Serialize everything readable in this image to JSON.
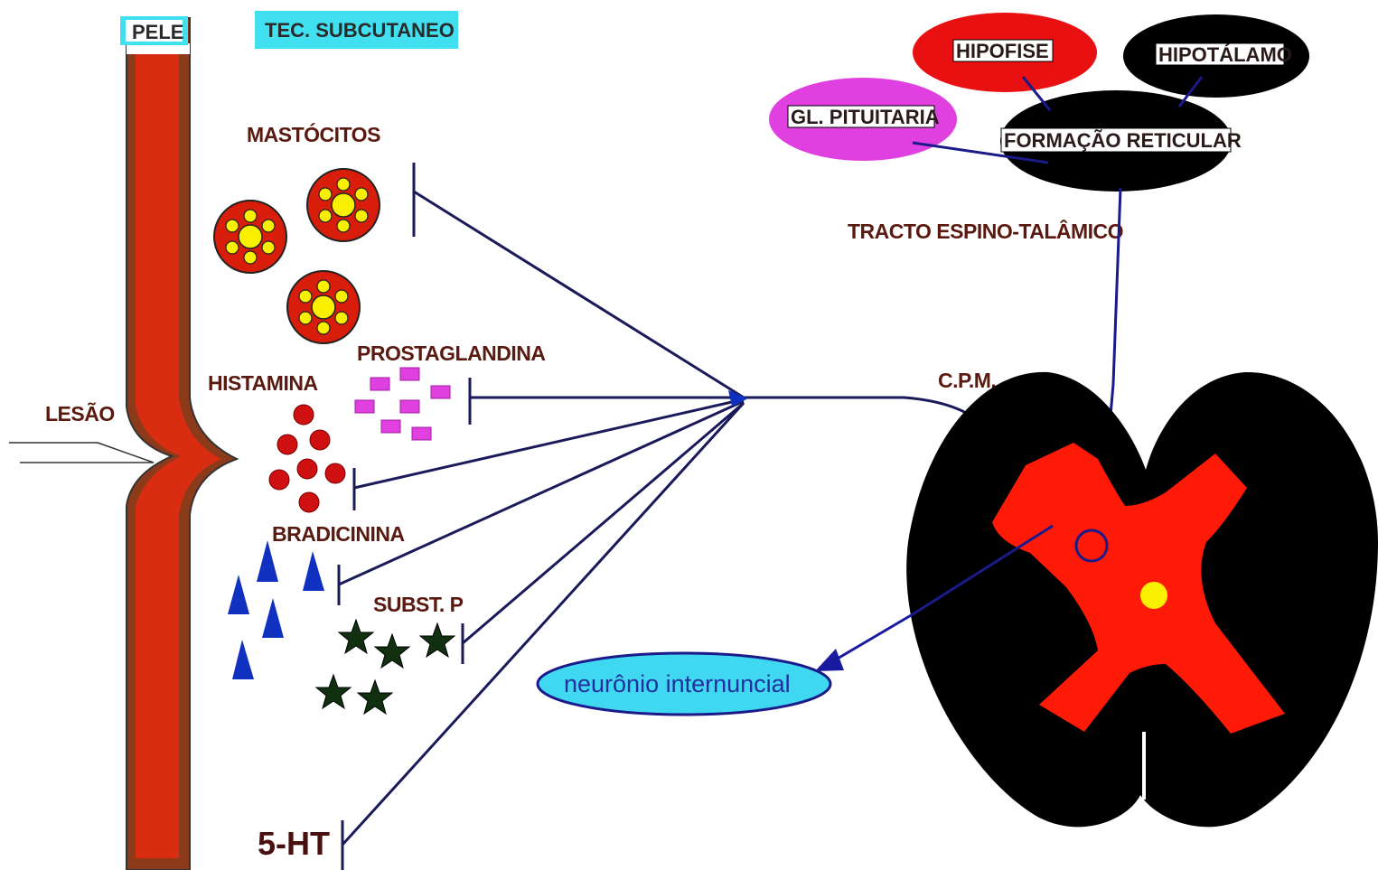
{
  "labels": {
    "pele": "PELE",
    "tec_subcutaneo": "TEC. SUBCUTANEO",
    "mastocitos": "MASTÓCITOS",
    "prostaglandina": "PROSTAGLANDINA",
    "histamina": "HISTAMINA",
    "lesao": "LESÃO",
    "bradicinina": "BRADICININA",
    "subst_p": "SUBST. P",
    "five_ht": "5-HT",
    "cpm": "C.P.M.",
    "tracto": "TRACTO ESPINO-TALÂMICO",
    "neuronio": "neurônio internuncial"
  },
  "brain_nodes": {
    "hipofise": "HIPOFISE",
    "hipotalamo": "HIPOTÁLAMO",
    "pituitaria": "GL. PITUITARIA",
    "formacao": "FORMAÇÃO RETICULAR"
  },
  "colors": {
    "skin_outer": "#8b3a1a",
    "skin_inner": "#e52b10",
    "line": "#1a1a5a",
    "red_node": "#e81010",
    "black_node": "#000000",
    "magenta_node": "#e040e0",
    "cyan_label": "#40e0f0",
    "mast_outer": "#d81e0a",
    "granule": "#f8f000",
    "histamine": "#d01010",
    "prostaglandin": "#e040e0",
    "bradykinin": "#1030c0",
    "substance_p": "#103010",
    "cord_black": "#000000",
    "cord_red": "#ff1a08",
    "canal": "#f8f000",
    "neuron_fill": "#40d8f0",
    "neuron_text": "#2030a0"
  }
}
